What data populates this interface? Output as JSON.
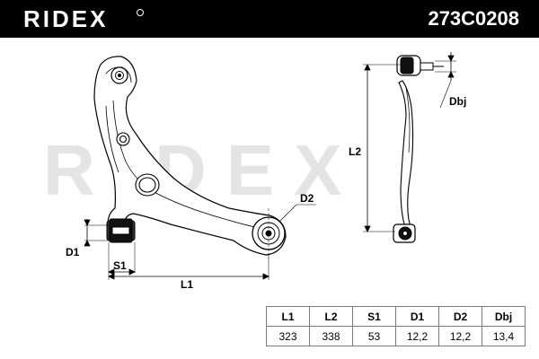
{
  "header": {
    "brand": "RIDEX",
    "part_number": "273C0208"
  },
  "watermark": "RIDEX",
  "dimensions": {
    "labels": {
      "d1": "D1",
      "s1": "S1",
      "l1": "L1",
      "d2": "D2",
      "l2": "L2",
      "dbj": "Dbj"
    }
  },
  "specs": {
    "headers": [
      "L1",
      "L2",
      "S1",
      "D1",
      "D2",
      "Dbj"
    ],
    "values": [
      "323",
      "338",
      "53",
      "12,2",
      "12,2",
      "13,4"
    ]
  },
  "colors": {
    "header_bg": "#000000",
    "line": "#000000",
    "watermark": "#e4e4e4"
  }
}
